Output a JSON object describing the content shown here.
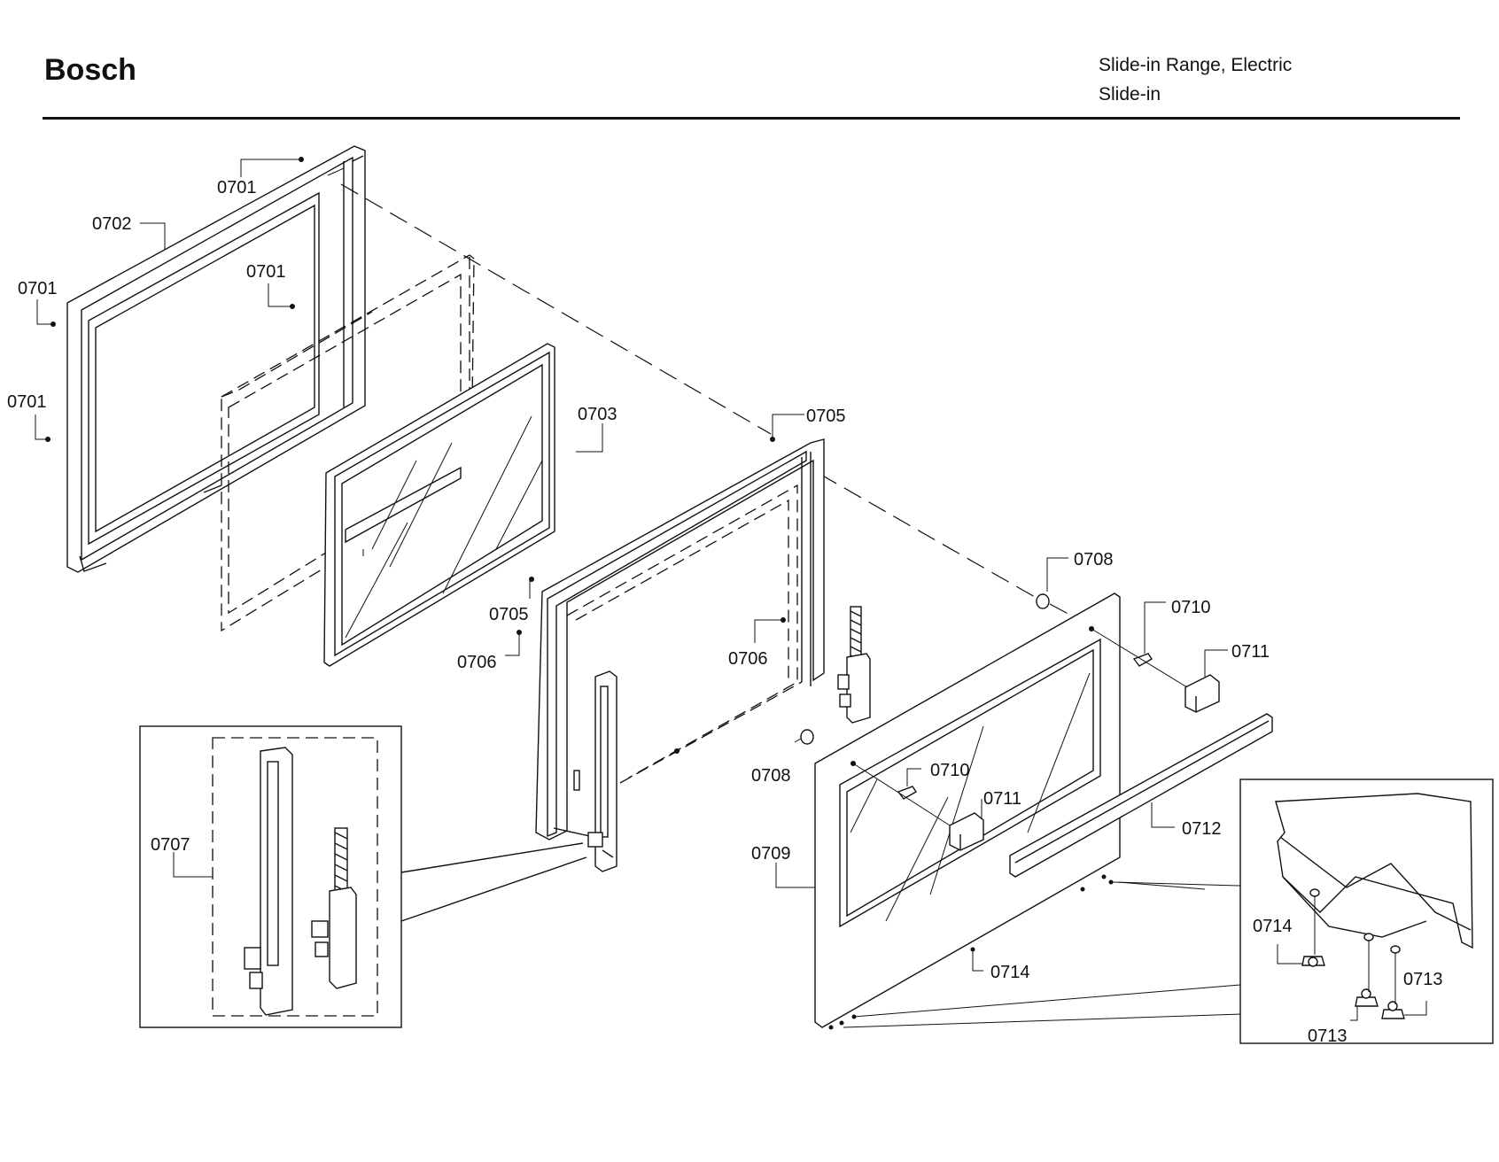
{
  "header": {
    "brand": "Bosch",
    "title_line1": "Slide-in Range, Electric",
    "title_line2": "Slide-in"
  },
  "diagram": {
    "callouts": {
      "c0701a": "0701",
      "c0701b": "0701",
      "c0701c": "0701",
      "c0701d": "0701",
      "c0702": "0702",
      "c0703": "0703",
      "c0705a": "0705",
      "c0705b": "0705",
      "c0706a": "0706",
      "c0706b": "0706",
      "c0707": "0707",
      "c0708a": "0708",
      "c0708b": "0708",
      "c0709": "0709",
      "c0710a": "0710",
      "c0710b": "0710",
      "c0711a": "0711",
      "c0711b": "0711",
      "c0712": "0712",
      "c0713a": "0713",
      "c0713b": "0713",
      "c0714a": "0714",
      "c0714b": "0714"
    }
  }
}
